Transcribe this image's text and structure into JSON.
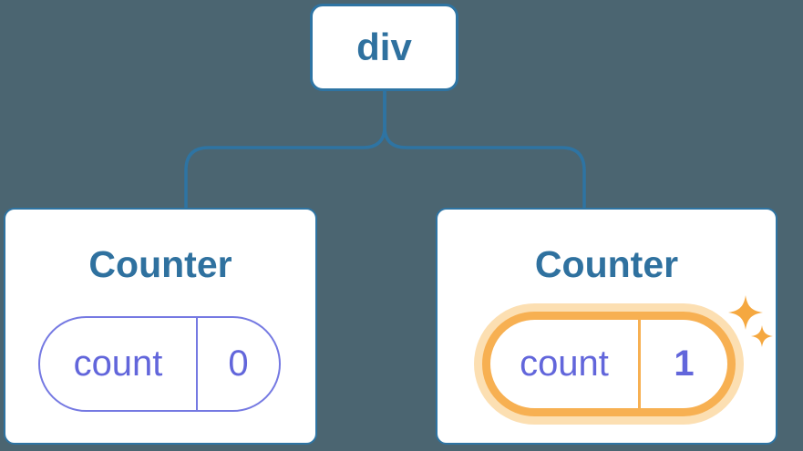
{
  "diagram": {
    "root": {
      "label": "div"
    },
    "children": [
      {
        "title": "Counter",
        "state": {
          "label": "count",
          "value": "0"
        },
        "highlighted": false
      },
      {
        "title": "Counter",
        "state": {
          "label": "count",
          "value": "1"
        },
        "highlighted": true
      }
    ],
    "highlight_icon": "sparkle-stars"
  },
  "colors": {
    "background": "#4b6571",
    "blue-line": "#2e74a3",
    "blue-text": "#2f719f",
    "card-bg": "#ffffff",
    "purple-border": "#7579e2",
    "purple-text": "#6266db",
    "orange": "#f7b052",
    "orange-halo": "#fcdfb2",
    "sparkle": "#f5a840"
  }
}
